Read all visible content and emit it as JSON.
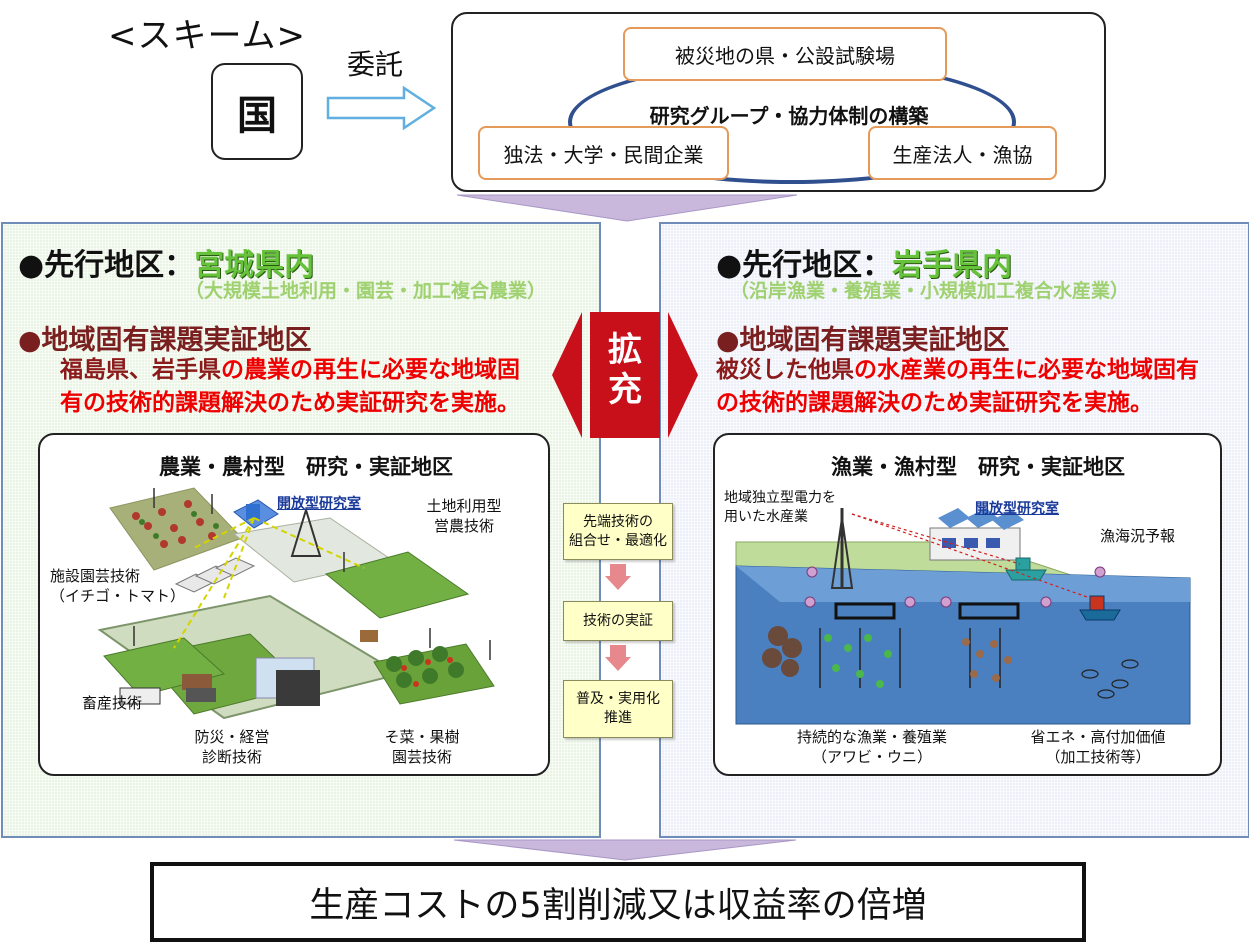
{
  "scheme": {
    "title": "<スキーム>",
    "country": "国",
    "commission": "委託",
    "groups": {
      "top": "被災地の県・公設試験場",
      "center": "研究グループ・協力体制の構築",
      "left": "独法・大学・民間企業",
      "right": "生産法人・漁協"
    }
  },
  "left_panel": {
    "heading_prefix": "●先行地区：",
    "heading_place": "宮城県内",
    "subtitle": "（大規模土地利用・園芸・加工複合農業）",
    "section_heading": "●地域固有課題実証地区",
    "body_dark": "福島県、岩手県",
    "body_red": "の農業の再生に必要な地域固有の技術的課題解決のため実証研究を実施。",
    "inner": {
      "title": "農業・農村型　研究・実証地区",
      "open_lab": "開放型研究室",
      "labels": {
        "land_use_1": "土地利用型",
        "land_use_2": "営農技術",
        "greenhouse_1": "施設園芸技術",
        "greenhouse_2": "（イチゴ・トマト）",
        "livestock": "畜産技術",
        "disaster_1": "防災・経営",
        "disaster_2": "診断技術",
        "veg_1": "そ菜・果樹",
        "veg_2": "園芸技術"
      }
    }
  },
  "right_panel": {
    "heading_prefix": "●先行地区：",
    "heading_place": "岩手県内",
    "subtitle": "（沿岸漁業・養殖業・小規模加工複合水産業）",
    "section_heading": "●地域固有課題実証地区",
    "body_dark": "被災した他県",
    "body_red": "の水産業の再生に必要な地域固有の技術的課題解決のため実証研究を実施。",
    "inner": {
      "title": "漁業・漁村型　研究・実証地区",
      "open_lab": "開放型研究室",
      "labels": {
        "power_1": "地域独立型電力を",
        "power_2": "用いた水産業",
        "forecast": "漁海況予報",
        "sustainable_1": "持続的な漁業・養殖業",
        "sustainable_2": "（アワビ・ウニ）",
        "energy_1": "省エネ・高付加価値",
        "energy_2": "（加工技術等）"
      }
    }
  },
  "expand": {
    "char1": "拡",
    "char2": "充"
  },
  "steps": {
    "s1a": "先端技術の",
    "s1b": "組合せ・最適化",
    "s2": "技術の実証",
    "s3a": "普及・実用化",
    "s3b": "推進"
  },
  "result": "生産コストの5割削減又は収益率の倍増",
  "colors": {
    "place_text": "#66c23a",
    "subtitle_text": "#9fd170",
    "red_text": "#ee0000",
    "dark_red": "#8b1a1a",
    "expand_red": "#c8101a",
    "arrow_fill": "#c9b8dc",
    "panel_border": "#6f8db8"
  }
}
